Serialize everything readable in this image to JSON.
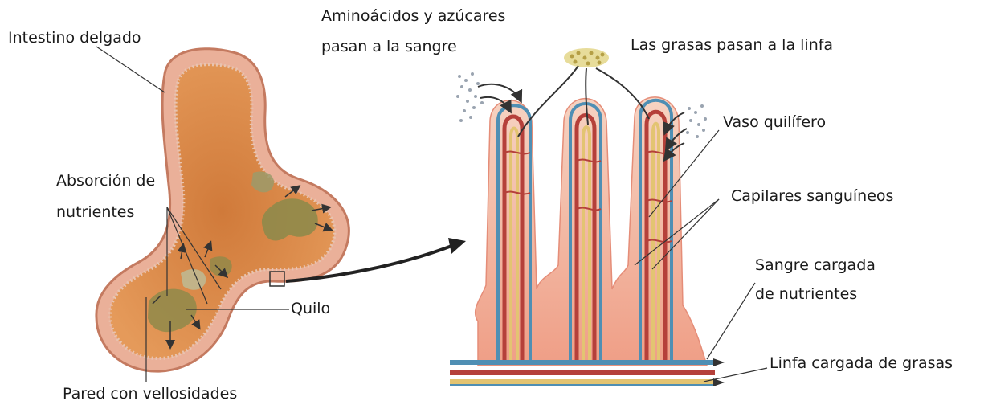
{
  "labels": {
    "intestino": "Intestino delgado",
    "aminoacidos_1": "Aminoácidos y azúcares",
    "aminoacidos_2": "pasan a la sangre",
    "grasas_linfa": "Las grasas pasan a la linfa",
    "absorcion_1": "Absorción de",
    "absorcion_2": "nutrientes",
    "vaso": "Vaso quilífero",
    "capilares": "Capilares sanguíneos",
    "sangre_1": "Sangre cargada",
    "sangre_2": "de nutrientes",
    "quilo": "Quilo",
    "linfa_grasas": "Linfa cargada de grasas",
    "pared": "Pared con vellosidades"
  },
  "colors": {
    "intestine_wall": "#e9a37f",
    "intestine_inner": "#d9843f",
    "chyle": "#8f8a4a",
    "villus_tissue": "#f3c3ad",
    "artery": "#b5403a",
    "vein": "#4f8fb4",
    "lacteal": "#e3c472",
    "fat": "#d8c66a"
  }
}
